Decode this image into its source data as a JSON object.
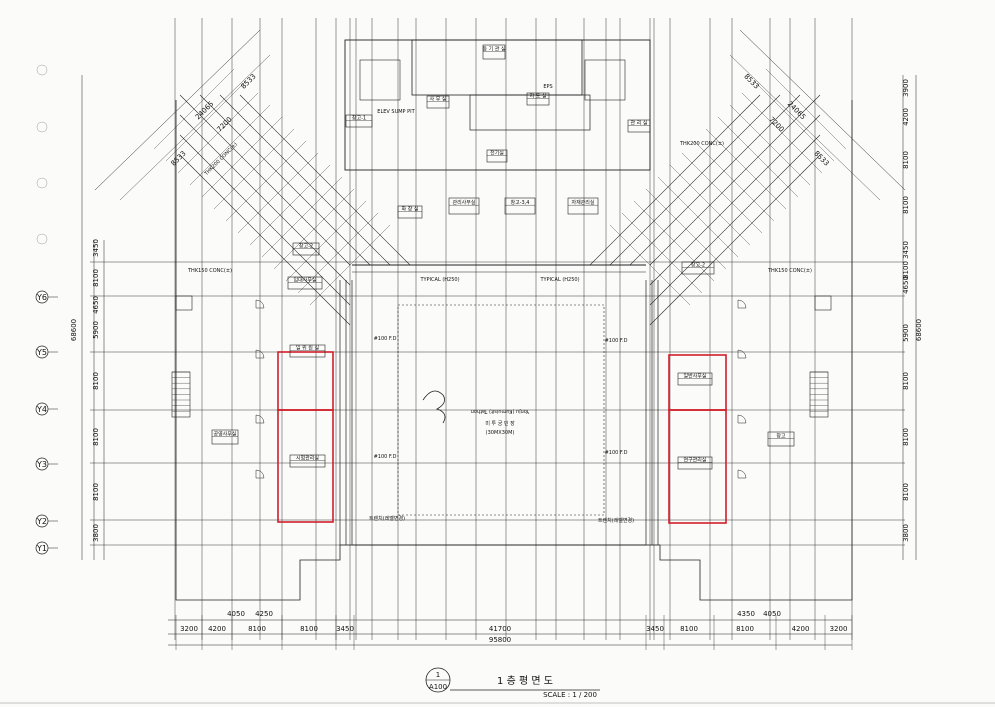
{
  "dims": {
    "bottom_row1": [
      "3200",
      "4200",
      "8100",
      "8100",
      "3450",
      "41700",
      "3450",
      "8100",
      "8100",
      "4200",
      "3200"
    ],
    "bottom_row0_left": [
      "4050",
      "4250"
    ],
    "bottom_row0_right": [
      "4350",
      "4050"
    ],
    "total": "95800",
    "left_rows": [
      "3450",
      "8100",
      "4650",
      "5900",
      "8100",
      "8100",
      "8100",
      "3800"
    ],
    "left_total": "68600",
    "right_rows": [
      "3900",
      "4200",
      "8100",
      "8100",
      "3450",
      "8100",
      "4650",
      "5900",
      "8100",
      "8100",
      "8100",
      "3800"
    ],
    "right_total": "68600",
    "diag_left": [
      "24065",
      "7200",
      "8533",
      "8533"
    ],
    "diag_right": [
      "24065",
      "7200",
      "8533",
      "8533"
    ]
  },
  "grid_labels": [
    "Y1",
    "Y2",
    "Y3",
    "Y4",
    "Y5",
    "Y6"
  ],
  "plaza": {
    "title": "미 투 궁 민 장",
    "size": "(30MX30M)",
    "mirrored_text": "Yonju (Kumuisit) Tathon"
  },
  "rooms": {
    "top_center_1": "등 기 관 실",
    "top_center_2": "사 무 실",
    "top_center_3": "지 도 실",
    "center_hall": "전기실",
    "office_1": "관리사무실",
    "office_2": "창고-3,4",
    "office_3": "자재관리실",
    "toilet": "화 장 실",
    "left_store_1": "창고-2",
    "left_store_2": "창고-1",
    "left_office": "임대사무실",
    "left_wing_1": "일 위 원 실",
    "left_wing_2": "시험관리실",
    "right_wing_1": "일반사무실",
    "right_wing_2": "연구관리실",
    "left_room_1": "공영사무실",
    "right_room": "창고",
    "small_room": "관 리 실"
  },
  "callouts": {
    "thk200": "THK200 CONC(±)",
    "thk150": "THK150 CONC(±)",
    "typical": "TYPICAL (H250)",
    "fd": "#100 F.D",
    "eps": "EPS",
    "sump": "ELEV SUMP PIT",
    "trench": "트렌치(레벨변경)"
  },
  "title_block": {
    "drawing_no": "1",
    "scale_no": "A100",
    "title": "1 층 평 면 도",
    "scale": "SCALE : 1 / 200"
  }
}
